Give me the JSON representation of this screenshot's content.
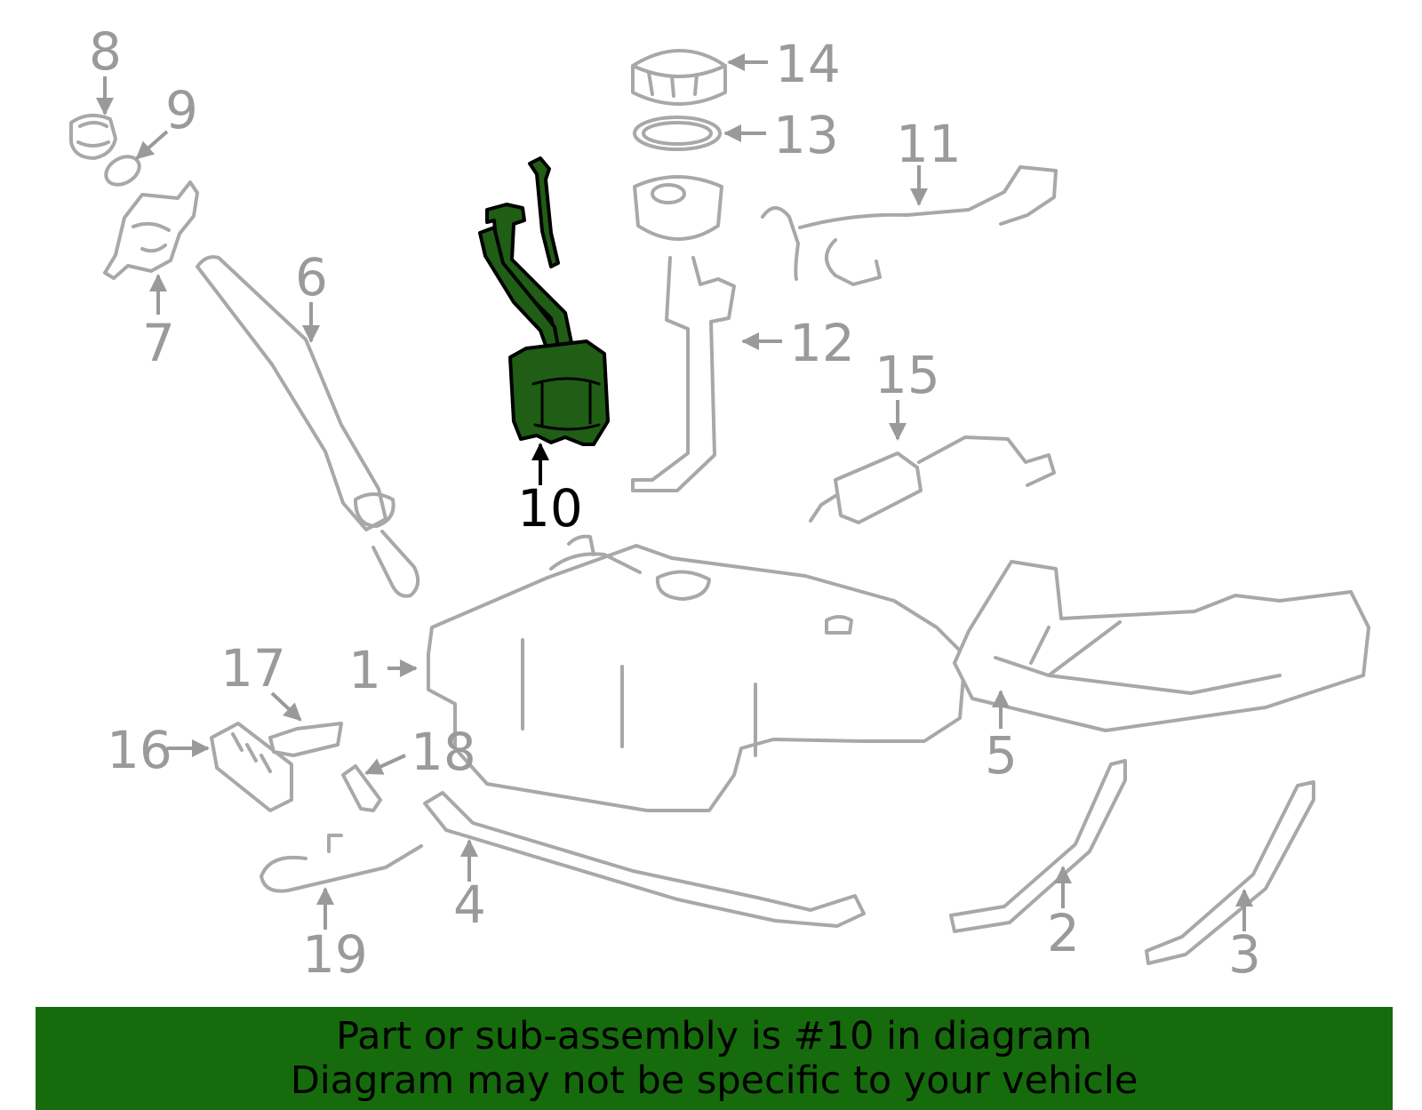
{
  "diagram": {
    "callouts": [
      {
        "id": "1",
        "label": "1"
      },
      {
        "id": "2",
        "label": "2"
      },
      {
        "id": "3",
        "label": "3"
      },
      {
        "id": "4",
        "label": "4"
      },
      {
        "id": "5",
        "label": "5"
      },
      {
        "id": "6",
        "label": "6"
      },
      {
        "id": "7",
        "label": "7"
      },
      {
        "id": "8",
        "label": "8"
      },
      {
        "id": "9",
        "label": "9"
      },
      {
        "id": "10",
        "label": "10",
        "highlighted": true
      },
      {
        "id": "11",
        "label": "11"
      },
      {
        "id": "12",
        "label": "12"
      },
      {
        "id": "13",
        "label": "13"
      },
      {
        "id": "14",
        "label": "14"
      },
      {
        "id": "15",
        "label": "15"
      },
      {
        "id": "16",
        "label": "16"
      },
      {
        "id": "17",
        "label": "17"
      },
      {
        "id": "18",
        "label": "18"
      },
      {
        "id": "19",
        "label": "19"
      }
    ],
    "colors": {
      "part_outline": "#a8a8a8",
      "label": "#9a9a9a",
      "highlight_fill": "#1f5e14",
      "highlight_label": "#000000",
      "banner_bg": "#166b0c"
    }
  },
  "banner": {
    "line1": "Part or sub-assembly is #10 in diagram",
    "line2": "Diagram may not be specific to your vehicle"
  }
}
